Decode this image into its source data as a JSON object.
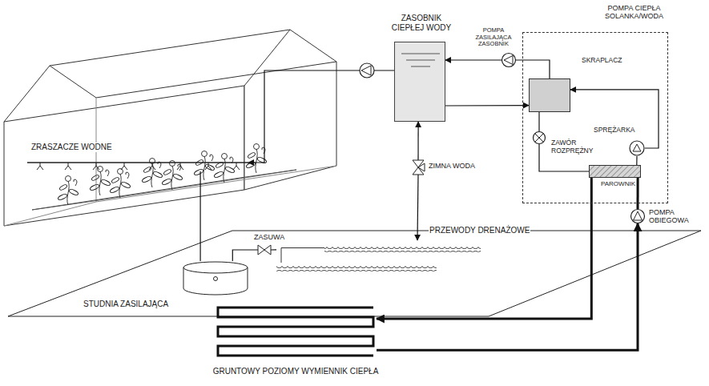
{
  "diagram": {
    "nodes": [
      {
        "text": [
          "POMPA CIEPŁA SOLANKA/WODA"
        ]
      },
      {
        "text": [
          "ZASOBNIK CIEPŁEJ WODY"
        ]
      },
      {
        "text": [
          "SKRAPLACZ"
        ],
        "in": 0
      },
      {
        "text": [
          "SPRĘŻARKA"
        ],
        "in": 0
      },
      {
        "text": [
          "ZAWÓR ROZPRĘŻNY"
        ],
        "in": 0
      },
      {
        "text": [
          "PAROWNIK"
        ],
        "in": 0
      },
      {
        "text": [
          "POMPA ZASILAJĄCA ZASOBNIK"
        ]
      },
      {
        "text": [
          "POMPA OBIEGOWA"
        ]
      },
      {
        "text": [
          "STUDNIA ZASILAJĄCA"
        ]
      },
      {
        "text": [
          "ZASUWA"
        ]
      },
      {
        "text": [
          "PRZEWODY DRENAŻOWE"
        ]
      },
      {
        "text": [
          "GRUNTOWY POZIOMY WYMIENNIK CIEPŁA"
        ]
      },
      {
        "text": [
          "ZRASZACZE WODNE"
        ]
      },
      {
        "text": [
          "ZIMNA WODA"
        ]
      }
    ],
    "edges": [
      {
        "from": 2,
        "to": 6,
        "arrow": "none"
      },
      {
        "from": 6,
        "to": 1,
        "arrow": "to"
      },
      {
        "from": 1,
        "to": 2,
        "arrow": "to"
      },
      {
        "from": 3,
        "to": 2,
        "arrow": "to"
      },
      {
        "from": 2,
        "to": 4,
        "arrow": "none"
      },
      {
        "from": 4,
        "to": 5,
        "arrow": "none"
      },
      {
        "from": 5,
        "to": 3,
        "arrow": "none"
      },
      {
        "from": 5,
        "to": 11,
        "arrow": "to"
      },
      {
        "from": 11,
        "to": 7,
        "arrow": "to"
      },
      {
        "from": 7,
        "to": 5,
        "arrow": "none"
      },
      {
        "from": 1,
        "to": 12,
        "arrow": "to"
      },
      {
        "from": 8,
        "to": 12,
        "arrow": "none"
      },
      {
        "from": 10,
        "to": 9,
        "arrow": "none"
      },
      {
        "from": 9,
        "to": 8,
        "arrow": "none"
      },
      {
        "from": 13,
        "to": 1,
        "arrow": "to"
      },
      {
        "from": 13,
        "to": 10,
        "arrow": "to"
      }
    ]
  }
}
